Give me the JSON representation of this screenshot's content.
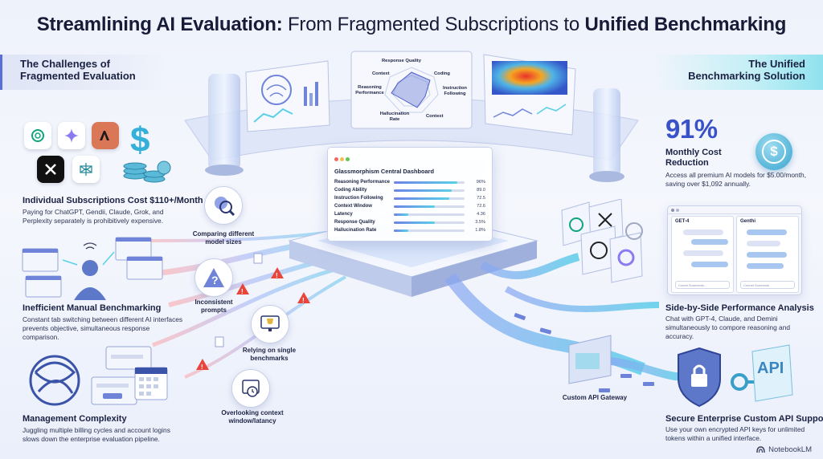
{
  "title": {
    "part1": "Streamlining AI Evaluation:",
    "part2": " From Fragmented Subscriptions to ",
    "part3": "Unified Benchmarking"
  },
  "left_banner": "The Challenges of\nFragmented Evaluation",
  "right_banner": "The Unified\nBenchmarking Solution",
  "left_blocks": [
    {
      "title": "Individual Subscriptions Cost $110+/Month",
      "desc": "Paying for ChatGPT, Gendii, Claude, Grok, and Perplexity separately is prohibitively expensive."
    },
    {
      "title": "Inefficient Manual Benchmarking",
      "desc": "Constant tab switching between different AI interfaces prevents objective, simultaneous response comparison."
    },
    {
      "title": "Management Complexity",
      "desc": "Juggling multiple billing cycles and account logins slows down the enterprise evaluation pipeline."
    }
  ],
  "icons": {
    "apps": [
      "chatgpt-logo-icon",
      "gemini-sparkle-icon",
      "anthropic-logo-icon",
      "grok-logo-icon",
      "perplexity-logo-icon"
    ],
    "money": "dollar-coins-icon"
  },
  "mid_labels": {
    "model_sizes": "Comparing different\nmodel sizes",
    "prompts": "Inconsistent\nprompts",
    "single_bench": "Relying on single\nbenchmarks",
    "context": "Overlooking context\nwindow/latancy",
    "gateway": "Custom API Gateway"
  },
  "radar": {
    "labels": [
      "Response Quality",
      "Coding",
      "Instruction Following",
      "Context",
      "Hallucination Rate",
      "Reasoning Performance",
      "Context"
    ]
  },
  "dashboard": {
    "title": "Glassmorphism Central Dashboard",
    "rows": [
      {
        "label": "Reasoning Performance",
        "value": "96%",
        "fill": 0.9
      },
      {
        "label": "Coding Ability",
        "value": "89.0",
        "fill": 0.82
      },
      {
        "label": "Instruction Following",
        "value": "72.5",
        "fill": 0.78
      },
      {
        "label": "Context Window",
        "value": "72.6",
        "fill": 0.58
      },
      {
        "label": "Latency",
        "value": "4.36",
        "fill": 0.2
      },
      {
        "label": "Response Quality",
        "value": "3.5%",
        "fill": 0.58
      },
      {
        "label": "Hallucination Rate",
        "value": "1.8%",
        "fill": 0.2
      }
    ]
  },
  "right": {
    "stat": "91%",
    "stat_title": "Monthly Cost\nReduction",
    "stat_desc": "Access all premium AI models for $5.00/month, saving over $1,092 annually.",
    "side_title": "Side-by-Side Performance Analysis",
    "side_desc": "Chat with GPT-4, Claude, and Demini simultaneously to compore reasoning and accuracy.",
    "chat_left": "GET-4",
    "chat_right": "Genthi",
    "input_left": "Comet Somments...",
    "input_right": "Connet Sonments",
    "secure_title": "Secure Enterprise Custom API Support",
    "secure_desc": "Use your own encrypted API keys for unlimited tokens within a unified interface.",
    "api_label": "API"
  },
  "watermark": "NotebookLM",
  "colors": {
    "accent": "#3a52c8",
    "cyan": "#5ad0e6",
    "warning": "#e8453c"
  }
}
